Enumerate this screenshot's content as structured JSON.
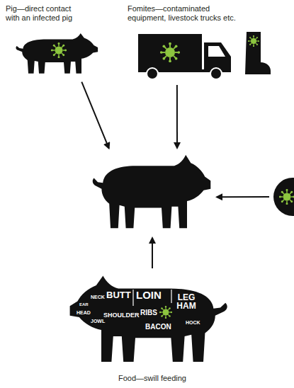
{
  "diagram": {
    "nodes": [
      {
        "text": [
          "Pig—direct contact with an infected pig"
        ]
      },
      {
        "text": [
          "Fomites—contaminated equipment, livestock trucks etc."
        ]
      },
      {
        "text": []
      },
      {
        "text": []
      },
      {
        "text": [
          "Food—swill feeding"
        ]
      }
    ],
    "edges": [
      {
        "from": 0,
        "to": 2,
        "arrow": "to"
      },
      {
        "from": 1,
        "to": 2,
        "arrow": "to"
      },
      {
        "from": 3,
        "to": 2,
        "arrow": "to"
      },
      {
        "from": 4,
        "to": 2,
        "arrow": "to"
      }
    ],
    "labels": [
      "EAR",
      "HEAD",
      "JOWL",
      "NECK",
      "BUTT",
      "SHOULDER",
      "LOIN",
      "RIBS",
      "BACON",
      "LEG HAM",
      "HOCK"
    ]
  }
}
